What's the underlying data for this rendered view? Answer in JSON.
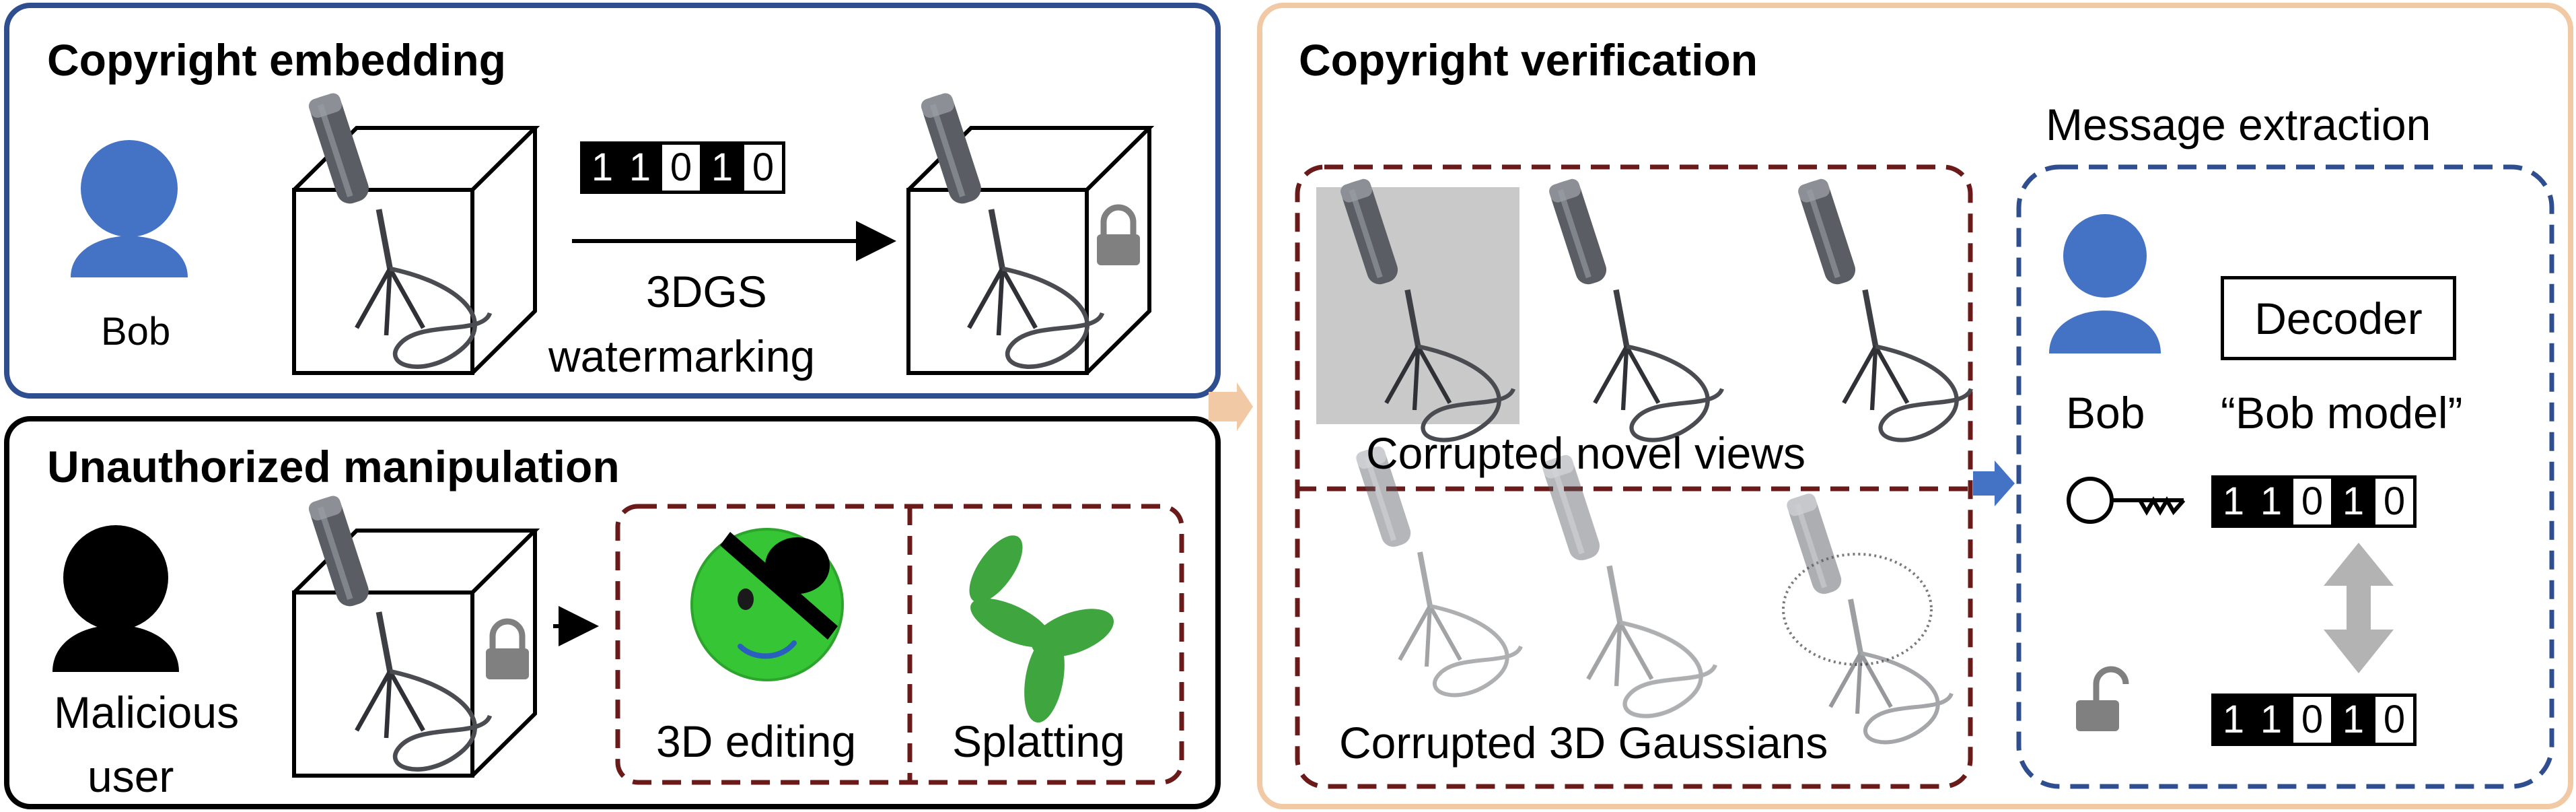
{
  "panels": {
    "embedding": {
      "title": "Copyright embedding",
      "owner": "Bob",
      "process": [
        "3DGS",
        "watermarking"
      ]
    },
    "manipulation": {
      "title": "Unauthorized manipulation",
      "user": [
        "Malicious",
        "user"
      ],
      "methods": [
        "3D editing",
        "Splatting"
      ]
    },
    "verification": {
      "title": "Copyright verification",
      "corrupted_views": "Corrupted novel views",
      "corrupted_gaussians": "Corrupted 3D Gaussians",
      "extraction": {
        "title": "Message extraction",
        "owner": "Bob",
        "decoder": "Decoder",
        "model": "“Bob model”"
      }
    }
  },
  "message_bits": [
    "1",
    "1",
    "0",
    "1",
    "0"
  ],
  "colors": {
    "blue_border": "#2e4e8f",
    "peach_border": "#f2c9a5",
    "dark_red_dash": "#6b1a1a",
    "person_blue": "#4472c4",
    "arrow_blue": "#4472c4",
    "gray": "#808080",
    "green": "#3fa53f"
  },
  "icons": [
    "person-icon",
    "microphone-icon",
    "lock-icon",
    "key-icon",
    "unlock-icon",
    "double-arrow-icon",
    "smiley-icon",
    "splat-icon"
  ]
}
